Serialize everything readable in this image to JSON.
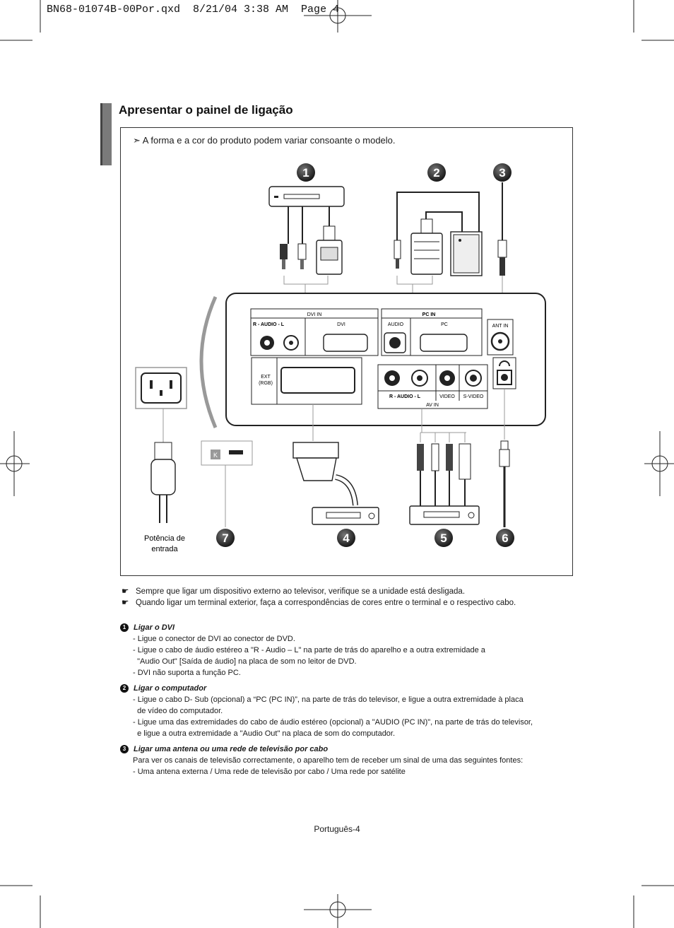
{
  "slug": "BN68-01074B-00Por.qxd  8/21/04 3:38 AM  Page 4",
  "title": "Apresentar o painel de ligação",
  "variance_note": "A forma e a cor do produto podem variar consoante o modelo.",
  "panel": {
    "dvi_in": "DVI IN",
    "audio_rl": "R - AUDIO - L",
    "dvi": "DVI",
    "pc_in": "PC IN",
    "audio": "AUDIO",
    "pc": "PC",
    "ant_in": "ANT IN",
    "ext_line1": "EXT",
    "ext_line2": "(RGB)",
    "video": "VIDEO",
    "s_video": "S-VIDEO",
    "av_in": "AV IN",
    "power_label_line1": "Potência de",
    "power_label_line2": "entrada",
    "kensington": "K"
  },
  "callouts": [
    "1",
    "2",
    "3",
    "4",
    "5",
    "6",
    "7"
  ],
  "notes": [
    "Sempre que ligar um dispositivo externo ao televisor, verifique se a unidade está desligada.",
    "Quando ligar um terminal exterior, faça a correspondências de cores entre o terminal e o respectivo cabo."
  ],
  "sections": [
    {
      "number": "1",
      "heading": "Ligar o  DVI",
      "lines": [
        "- Ligue o conector de DVI ao conector de DVD.",
        "- Ligue o cabo de áudio estéreo a \"R - Audio – L\" na parte de trás do aparelho e a outra extremidade a",
        "  \"Audio Out\" [Saída de áudio] na placa de som no leitor de DVD.",
        "- DVI não suporta a função PC."
      ]
    },
    {
      "number": "2",
      "heading": "Ligar o computador",
      "lines": [
        "- Ligue o cabo D- Sub (opcional) a “PC (PC IN)”, na parte de trás do televisor, e ligue a outra extremidade à placa",
        "  de vídeo do computador.",
        "- Ligue uma das extremidades do cabo de áudio estéreo (opcional) a \"AUDIO (PC IN)\", na parte de trás do televisor,",
        "  e ligue a outra extremidade a \"Audio Out\" na placa de som do computador."
      ]
    },
    {
      "number": "3",
      "heading": "Ligar uma antena ou uma rede de televisão por cabo",
      "lines": [
        "Para ver os canais de televisão correctamente, o aparelho tem de receber um sinal de uma das seguintes fontes:",
        "- Uma antena externa / Uma rede de televisão por cabo / Uma rede por satélite"
      ]
    }
  ],
  "footer": "Português-4"
}
